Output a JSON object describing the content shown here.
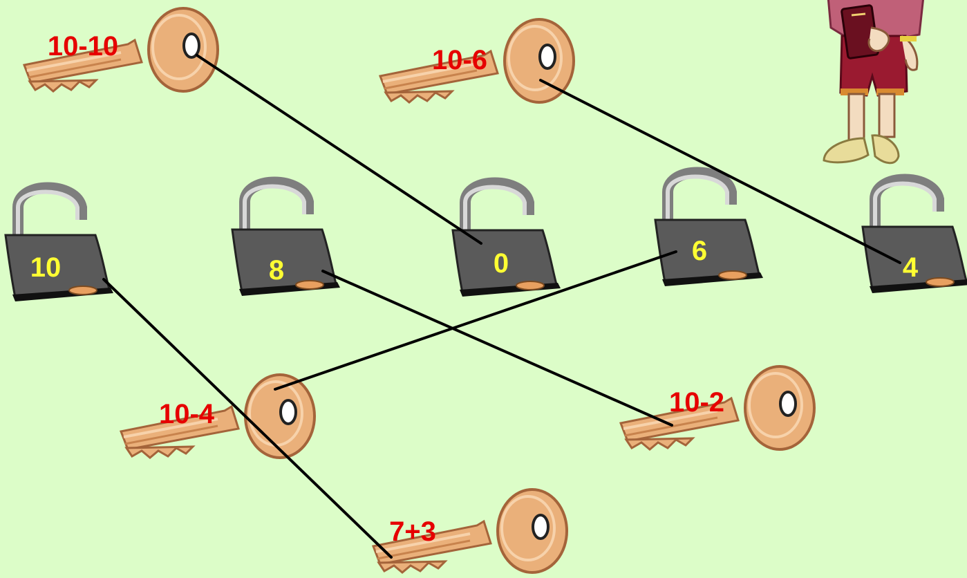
{
  "colors": {
    "background": "#dcfdc8",
    "key_label": "#e60000",
    "lock_label": "#ffff33",
    "key_fill": "#eab07a",
    "lock_body": "#5a5a5a",
    "connector": "#000000"
  },
  "keys": [
    {
      "id": "key-10-10",
      "label": "10-10"
    },
    {
      "id": "key-10-6",
      "label": "10-6"
    },
    {
      "id": "key-10-4",
      "label": "10-4"
    },
    {
      "id": "key-10-2",
      "label": "10-2"
    },
    {
      "id": "key-7-3",
      "label": "7+3"
    }
  ],
  "locks": [
    {
      "id": "lock-10",
      "label": "10"
    },
    {
      "id": "lock-8",
      "label": "8"
    },
    {
      "id": "lock-0",
      "label": "0"
    },
    {
      "id": "lock-6",
      "label": "6"
    },
    {
      "id": "lock-4",
      "label": "4"
    }
  ],
  "connections": [
    {
      "key": "10-10",
      "lock": "0"
    },
    {
      "key": "10-6",
      "lock": "4"
    },
    {
      "key": "10-4",
      "lock": "6"
    },
    {
      "key": "10-2",
      "lock": "8"
    },
    {
      "key": "7+3",
      "lock": "10"
    }
  ],
  "character": {
    "icon": "student-holding-book"
  }
}
